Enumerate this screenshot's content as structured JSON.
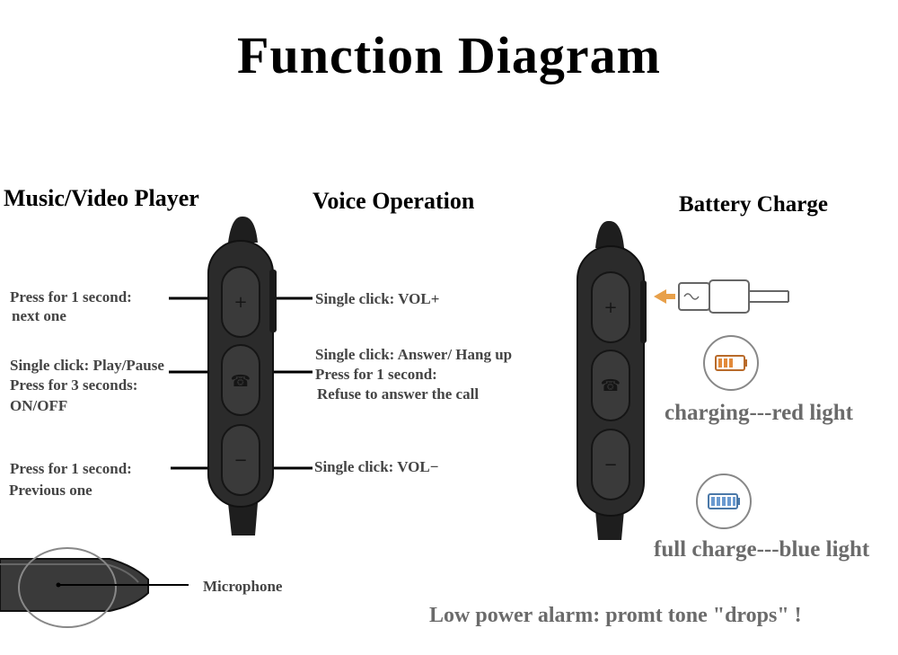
{
  "title": "Function Diagram",
  "sections": {
    "music": "Music/Video Player",
    "voice": "Voice Operation",
    "battery": "Battery Charge"
  },
  "left_labels": {
    "top_1": "Press for 1 second:",
    "top_2": "next one",
    "mid_1": "Single click: Play/Pause",
    "mid_2": "Press for 3 seconds:",
    "mid_3": "ON/OFF",
    "bot_1": "Press for 1 second:",
    "bot_2": "Previous one"
  },
  "right_labels": {
    "top": "Single click: VOL+",
    "mid_1": "Single click: Answer/ Hang up",
    "mid_2": "Press for 1 second:",
    "mid_3": "Refuse to answer the call",
    "bot": "Single click: VOL−"
  },
  "microphone": "Microphone",
  "battery": {
    "charging": "charging---red light",
    "full": "full charge---blue light",
    "charging_icon": "battery-low-icon",
    "full_icon": "battery-full-icon",
    "cable_icon": "usb-cable-icon"
  },
  "alarm": "Low power alarm: promt tone \"drops\" !",
  "colors": {
    "remote": "#2b2b2b",
    "button": "#3a3a3a",
    "text_gray": "#6b6b6b",
    "arrow": "#e8a04a"
  }
}
